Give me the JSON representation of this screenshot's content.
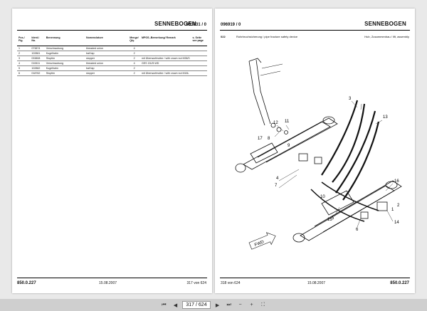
{
  "left_page": {
    "logo": "SENNEBOGEN",
    "doc_number": "063831 / 0",
    "columns": [
      "Pos./ Fig.",
      "Ident./ No.",
      "Benennung",
      "Nomenclature",
      "Menge/ Qty.",
      "MPOS.-Bemerkung/ Remark",
      "s. Seite see page"
    ],
    "rows": [
      [
        "1",
        "073874",
        "Verschraubung",
        "threaded union",
        "4",
        "",
        ""
      ],
      [
        "2",
        "102861",
        "Kugelhahn",
        "ball tap",
        "2",
        "",
        ""
      ],
      [
        "3",
        "033808",
        "Stopfen",
        "stopper",
        "2",
        "mit Überwurfmutter / with crown nut M38/3",
        ""
      ],
      [
        "4",
        "010611",
        "Verschraubung",
        "threaded union",
        "4",
        "GES 15LR-WD",
        ""
      ],
      [
        "5",
        "102862",
        "Kugelhahn",
        "ball tap",
        "2",
        "",
        ""
      ],
      [
        "6",
        "018762",
        "Stopfen",
        "stopper",
        "2",
        "mit Überwurfmutter / with crown nut M18L",
        ""
      ]
    ],
    "footer_left": "850.0.227",
    "footer_center": "15.08.2007",
    "footer_right": "317 von 624"
  },
  "right_page": {
    "logo": "SENNEBOGEN",
    "doc_number": "096919 / 0",
    "section": "022",
    "title_de_en": "Rohrbruchsicherung / pipe fracture safety device",
    "title_right": "Hub, Zusammenbau / lift, assembly",
    "callouts": [
      "1",
      "2",
      "3",
      "4",
      "5",
      "6",
      "7",
      "8",
      "9",
      "10",
      "11",
      "12",
      "13",
      "14",
      "15",
      "16",
      "17"
    ],
    "fwd_label": "FWD",
    "footer_left": "318 von 624",
    "footer_center": "15.08.2007",
    "footer_right": "850.0.227"
  },
  "toolbar": {
    "first_icon": "first-page-icon",
    "prev_icon": "previous-page-icon",
    "page_indicator": "317 / 624",
    "next_icon": "next-page-icon",
    "last_icon": "last-page-icon",
    "zoom_out_icon": "zoom-out-icon",
    "zoom_in_icon": "zoom-in-icon",
    "fullscreen_icon": "fullscreen-icon"
  }
}
